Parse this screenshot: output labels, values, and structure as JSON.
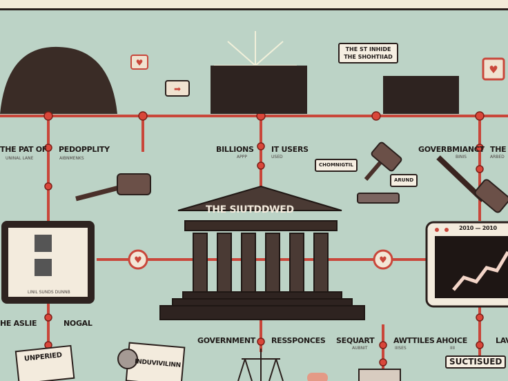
{
  "colors": {
    "background": "#bcd3c6",
    "timeline": "#c9463a",
    "ink": "#2a1f1c",
    "paper": "#f6efe2"
  },
  "labels": {
    "l1": "THE PAT OF",
    "l1_sub": "UNINAL LANE",
    "l2": "PEDOPPLITY",
    "l2_sub": "AIBNMENKS",
    "l3": "BILLIONS",
    "l3_sub": "APPP",
    "l4": "IT USERS",
    "l4_sub": "USED",
    "l5": "GOVERBMIANCT",
    "l5_sub": "BINIS",
    "l6": "THE",
    "l6_sub": "ARBED",
    "l7": "HE ASLIE",
    "l8": "NOGAL",
    "l9": "GOVERNMENT",
    "l10": "RESSPONCES",
    "l11": "SEQUART",
    "l11_sub": "AUBNIT",
    "l12": "AWTTILES",
    "l12_sub": "IIISES",
    "l13": "AHOICE",
    "l13_sub": "IIII",
    "l14": "LAV"
  },
  "signs": {
    "top_sign": "THE ST INHIDE THE SHOHTIIAD",
    "temple": "THE SIUTDDWED",
    "bubble": "CHOMNIGTIL",
    "tag": "ARUND",
    "tablet_caption": "LINIL SUNDS DUNNB",
    "chart_title": "2010 — 2010",
    "bottom_sign": "SUCTISUED",
    "newspaper": "UNPERIED",
    "poster": "INDUVIVILINN"
  }
}
